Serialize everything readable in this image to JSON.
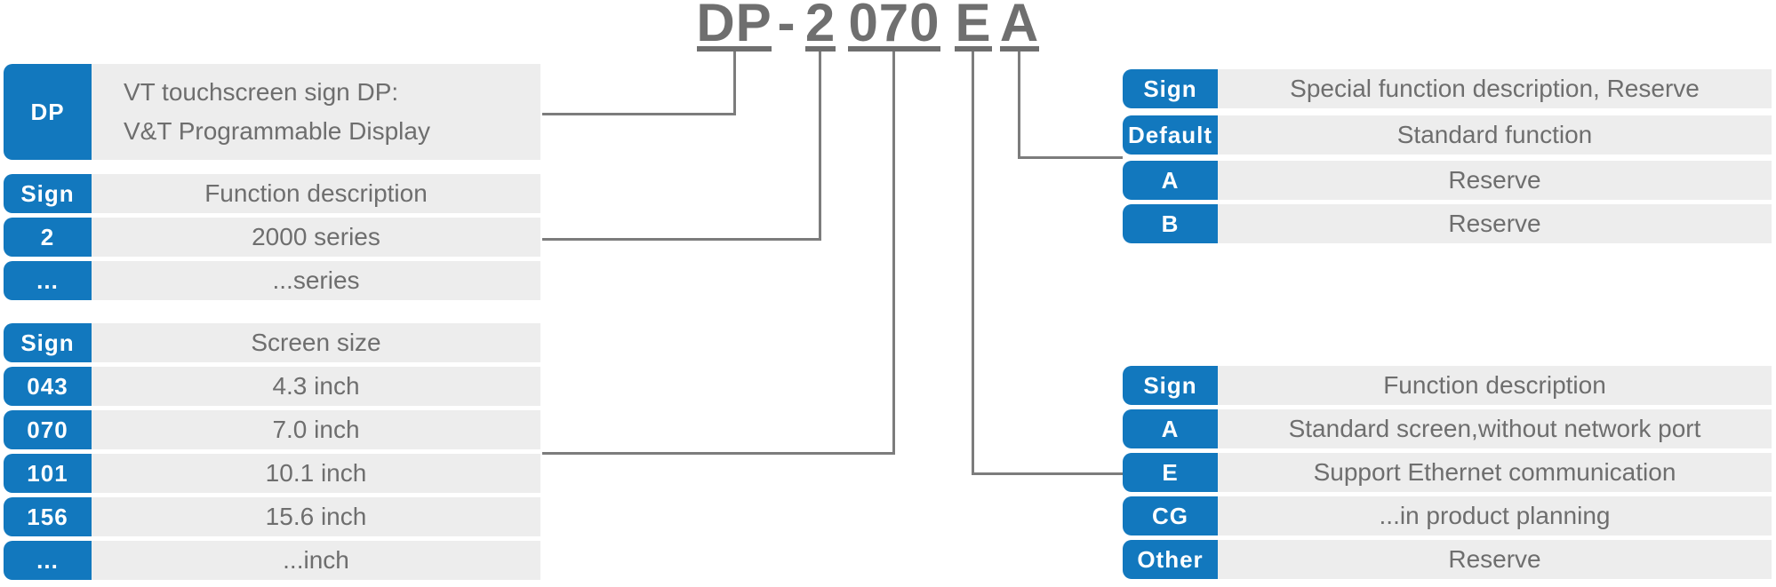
{
  "title": {
    "parts": [
      {
        "text": "DP"
      },
      {
        "text": "-"
      },
      {
        "text": "2"
      },
      {
        "text": "070"
      },
      {
        "text": "E"
      },
      {
        "text": "A"
      }
    ]
  },
  "tables": {
    "prefix": {
      "badge": "DP",
      "desc_line1": "VT touchscreen sign DP:",
      "desc_line2": "V&T Programmable Display"
    },
    "series": {
      "header": {
        "sign": "Sign",
        "desc": "Function description"
      },
      "rows": [
        {
          "sign": "2",
          "desc": "2000 series"
        },
        {
          "sign": "...",
          "desc": "...series"
        }
      ]
    },
    "screen_size": {
      "header": {
        "sign": "Sign",
        "desc": "Screen size"
      },
      "rows": [
        {
          "sign": "043",
          "desc": "4.3 inch"
        },
        {
          "sign": "070",
          "desc": "7.0 inch"
        },
        {
          "sign": "101",
          "desc": "10.1 inch"
        },
        {
          "sign": "156",
          "desc": "15.6 inch"
        },
        {
          "sign": "...",
          "desc": "...inch"
        }
      ]
    },
    "special_function": {
      "header": {
        "sign": "Sign",
        "desc": "Special function description, Reserve"
      },
      "rows": [
        {
          "sign": "Default",
          "desc": "Standard function"
        },
        {
          "sign": "A",
          "desc": "Reserve"
        },
        {
          "sign": "B",
          "desc": "Reserve"
        }
      ]
    },
    "function": {
      "header": {
        "sign": "Sign",
        "desc": "Function description"
      },
      "rows": [
        {
          "sign": "A",
          "desc": "Standard screen,without network port"
        },
        {
          "sign": "E",
          "desc": "Support Ethernet communication"
        },
        {
          "sign": "CG",
          "desc": "...in product planning"
        },
        {
          "sign": "Other",
          "desc": "Reserve"
        }
      ]
    }
  },
  "colors": {
    "badge_blue": "#1278BE",
    "row_gray": "#EDEDED",
    "text_gray": "#6E6E6E",
    "title_gray": "#6F6F6F",
    "line_gray": "#7C7C7C"
  }
}
